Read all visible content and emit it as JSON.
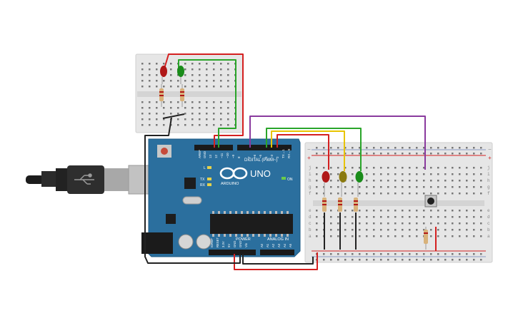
{
  "board": {
    "brand": "UNO",
    "brand_sub": "ARDUINO",
    "digital_label": "DIGITAL (PWM~)",
    "analog_label": "ANALOG IN",
    "power_label": "POWER",
    "on_label": "ON",
    "aref": "AREF",
    "gnd": "GND",
    "tx": "TX",
    "rx": "RX",
    "l": "L",
    "digital_pins": [
      "13",
      "12",
      "~11",
      "~10",
      "~9",
      "8",
      "7",
      "~6",
      "~5",
      "4",
      "~3",
      "2",
      "TX→1",
      "RX←0"
    ],
    "power_pins": [
      "IOREF",
      "RESET",
      "3.3V",
      "5V",
      "GND",
      "GND",
      "Vin"
    ],
    "analog_pins": [
      "A0",
      "A1",
      "A2",
      "A3",
      "A4",
      "A5"
    ]
  },
  "breadboard": {
    "row_letters_top": [
      "j",
      "i",
      "h",
      "g",
      "f"
    ],
    "row_letters_bottom": [
      "e",
      "d",
      "c",
      "b",
      "a"
    ],
    "plus": "+",
    "minus": "−"
  },
  "colors": {
    "board_blue": "#2b6f9e",
    "wire_red": "#d42020",
    "wire_green": "#2aa52a",
    "wire_yellow": "#e8c400",
    "wire_purple": "#8a3a9e",
    "wire_black": "#222222",
    "led_red": "#b01818",
    "led_green": "#1a8c1a",
    "led_yellow": "#8a7a10"
  },
  "icons": [
    "usb-cable-icon",
    "usb-trident-icon",
    "arduino-infinity-logo-icon"
  ]
}
